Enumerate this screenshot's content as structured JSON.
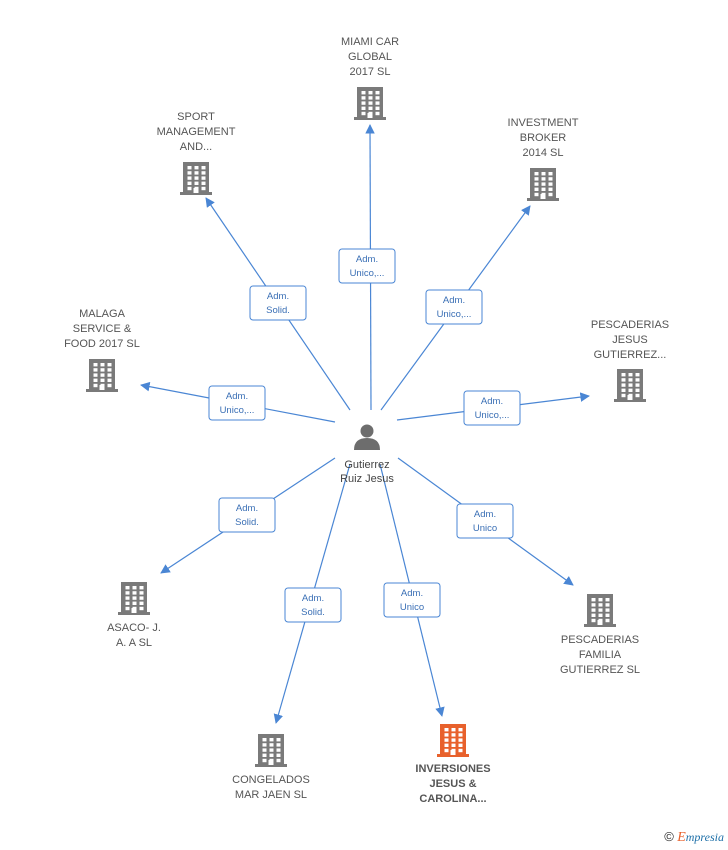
{
  "center": {
    "lines": [
      "Gutierrez",
      "Ruiz Jesus"
    ],
    "icon": "person-icon"
  },
  "colors": {
    "edge": "#4a86d4",
    "building": "#7a7a7a",
    "building_highlight": "#e8612c"
  },
  "nodes": [
    {
      "id": "miami",
      "lines": [
        "MIAMI CAR",
        "GLOBAL",
        "2017  SL"
      ],
      "relation": [
        "Adm.",
        "Unico,..."
      ],
      "highlight": false
    },
    {
      "id": "invest",
      "lines": [
        "INVESTMENT",
        "BROKER",
        "2014  SL"
      ],
      "relation": [
        "Adm.",
        "Unico,..."
      ],
      "highlight": false
    },
    {
      "id": "pescj",
      "lines": [
        "PESCADERIAS",
        "JESUS",
        "GUTIERREZ..."
      ],
      "relation": [
        "Adm.",
        "Unico,..."
      ],
      "highlight": false
    },
    {
      "id": "pescf",
      "lines": [
        "PESCADERIAS",
        "FAMILIA",
        "GUTIERREZ SL"
      ],
      "relation": [
        "Adm.",
        "Unico"
      ],
      "highlight": false
    },
    {
      "id": "inv",
      "lines": [
        "INVERSIONES",
        "JESUS &",
        "CAROLINA..."
      ],
      "relation": [
        "Adm.",
        "Unico"
      ],
      "highlight": true
    },
    {
      "id": "cong",
      "lines": [
        "CONGELADOS",
        "MAR JAEN  SL"
      ],
      "relation": [
        "Adm.",
        "Solid."
      ],
      "highlight": false
    },
    {
      "id": "asaco",
      "lines": [
        "ASACO- J.",
        "A. A SL"
      ],
      "relation": [
        "Adm.",
        "Solid."
      ],
      "highlight": false
    },
    {
      "id": "malaga",
      "lines": [
        "MALAGA",
        "SERVICE &",
        "FOOD 2017  SL"
      ],
      "relation": [
        "Adm.",
        "Unico,..."
      ],
      "highlight": false
    },
    {
      "id": "sport",
      "lines": [
        "SPORT",
        "MANAGEMENT",
        "AND..."
      ],
      "relation": [
        "Adm.",
        "Solid."
      ],
      "highlight": false
    }
  ],
  "footer": {
    "copyright": "©",
    "brand_first": "E",
    "brand_rest": "mpresia"
  }
}
